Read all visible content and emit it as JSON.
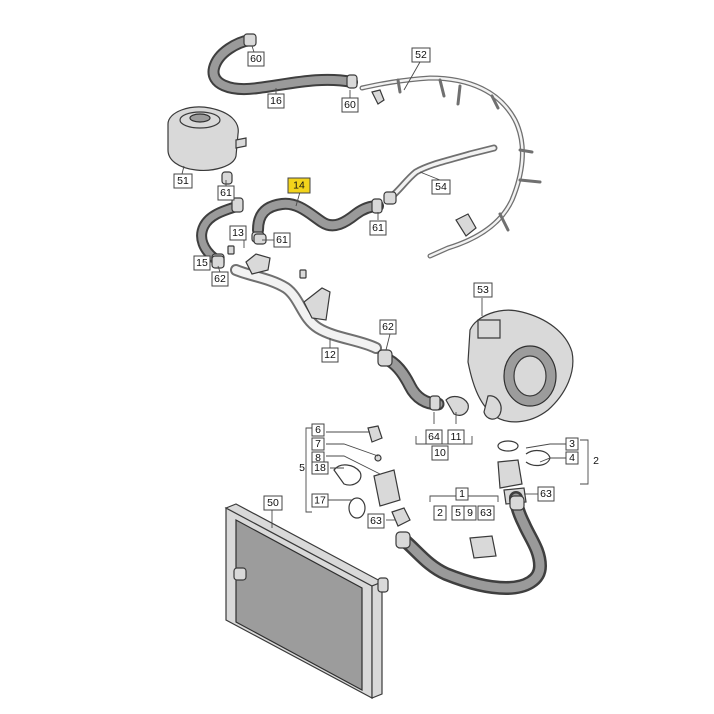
{
  "callouts": {
    "c60a": "60",
    "c16": "16",
    "c60b": "60",
    "c52": "52",
    "c51": "51",
    "c61a": "61",
    "c14": "14",
    "c54": "54",
    "c13": "13",
    "c61b": "61",
    "c61c": "61",
    "c15": "15",
    "c62a": "62",
    "c53": "53",
    "c62b": "62",
    "c12": "12",
    "c64": "64",
    "c11": "11",
    "c10": "10",
    "c6": "6",
    "c7": "7",
    "c8": "8",
    "c18": "18",
    "c5": "5",
    "c17": "17",
    "c63a": "63",
    "c3": "3",
    "c4": "4",
    "c2a": "2",
    "c63b": "63",
    "c1": "1",
    "c2b": "2",
    "c5b": "5",
    "c9": "9",
    "c63c": "63",
    "c50": "50"
  },
  "highlight_color": "#f2d31b"
}
